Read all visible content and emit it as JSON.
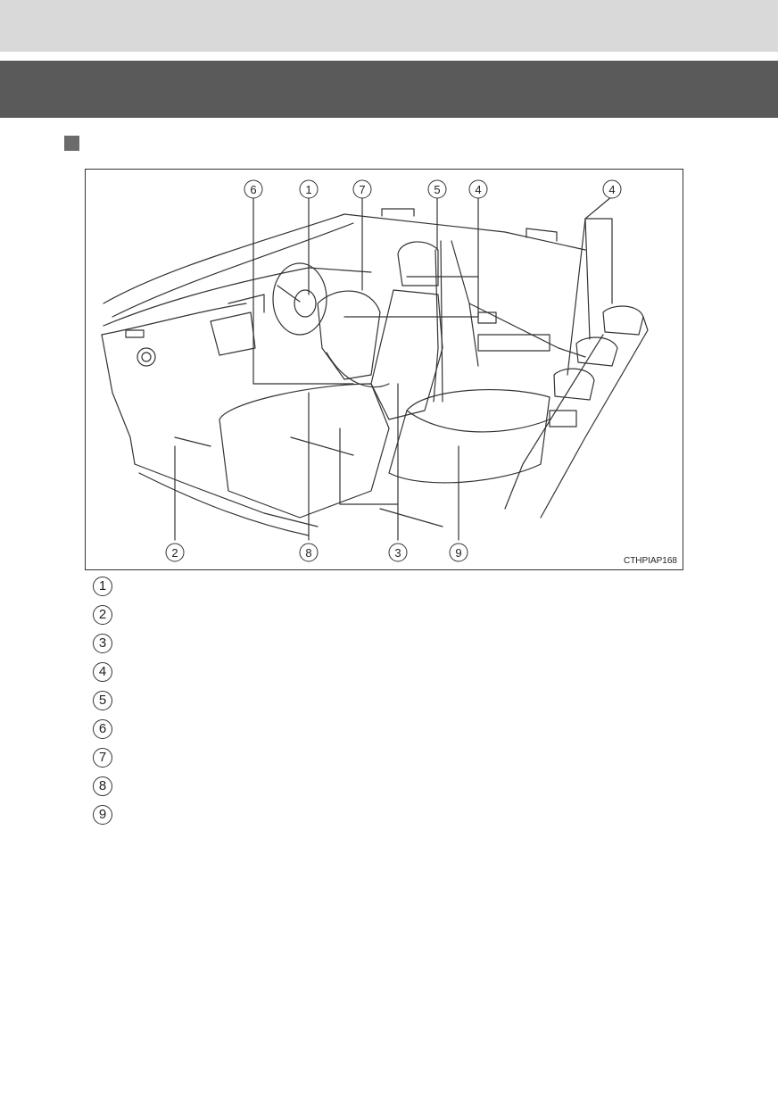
{
  "figure": {
    "code": "CTHPIAP168",
    "callouts": [
      "1",
      "2",
      "3",
      "4",
      "5",
      "6",
      "7",
      "8",
      "9"
    ]
  },
  "legend": [
    {
      "number": "1",
      "label": ""
    },
    {
      "number": "2",
      "label": ""
    },
    {
      "number": "3",
      "label": ""
    },
    {
      "number": "4",
      "label": ""
    },
    {
      "number": "5",
      "label": ""
    },
    {
      "number": "6",
      "label": ""
    },
    {
      "number": "7",
      "label": ""
    },
    {
      "number": "8",
      "label": ""
    },
    {
      "number": "9",
      "label": ""
    }
  ]
}
